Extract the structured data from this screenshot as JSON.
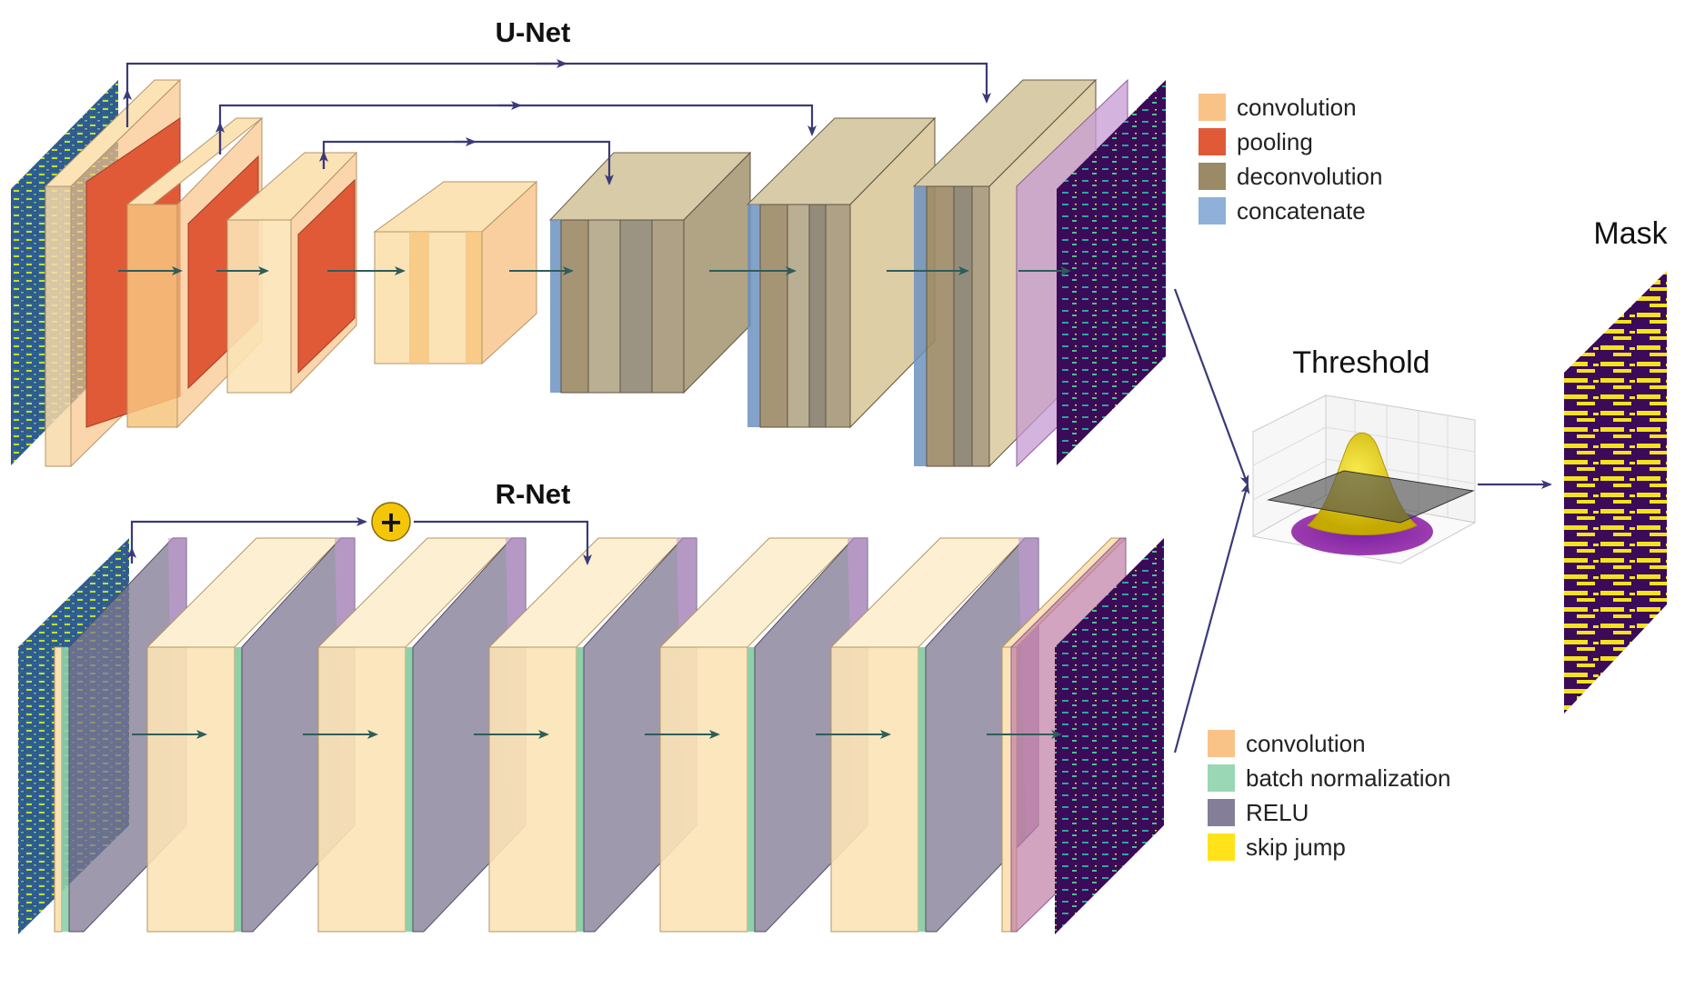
{
  "titles": {
    "unet": "U-Net",
    "rnet": "R-Net",
    "threshold": "Threshold",
    "mask": "Mask"
  },
  "legend_unet": [
    {
      "label": "convolution",
      "color": "#f9c387"
    },
    {
      "label": "pooling",
      "color": "#e05a38"
    },
    {
      "label": "deconvolution",
      "color": "#9b8a66"
    },
    {
      "label": "concatenate",
      "color": "#8fb0d8"
    }
  ],
  "legend_rnet": [
    {
      "label": "convolution",
      "color": "#f9c387"
    },
    {
      "label": "batch normalization",
      "color": "#9ad7b4"
    },
    {
      "label": "RELU",
      "color": "#847e98"
    },
    {
      "label": "skip jump",
      "color": "#ffe31a"
    }
  ],
  "skip_symbol": "+",
  "colors": {
    "conv_light": "#fbe3b6",
    "conv": "#f7c47e",
    "pool": "#e05a38",
    "deconv": "#9b8a66",
    "concat": "#6d92bf",
    "bn": "#8fd0a8",
    "relu": "#7d7790",
    "purple": "#c59ad3",
    "arrow": "#3a3a7a",
    "map_dark": "#3b0a58",
    "map_yellow": "#f4e31c"
  }
}
